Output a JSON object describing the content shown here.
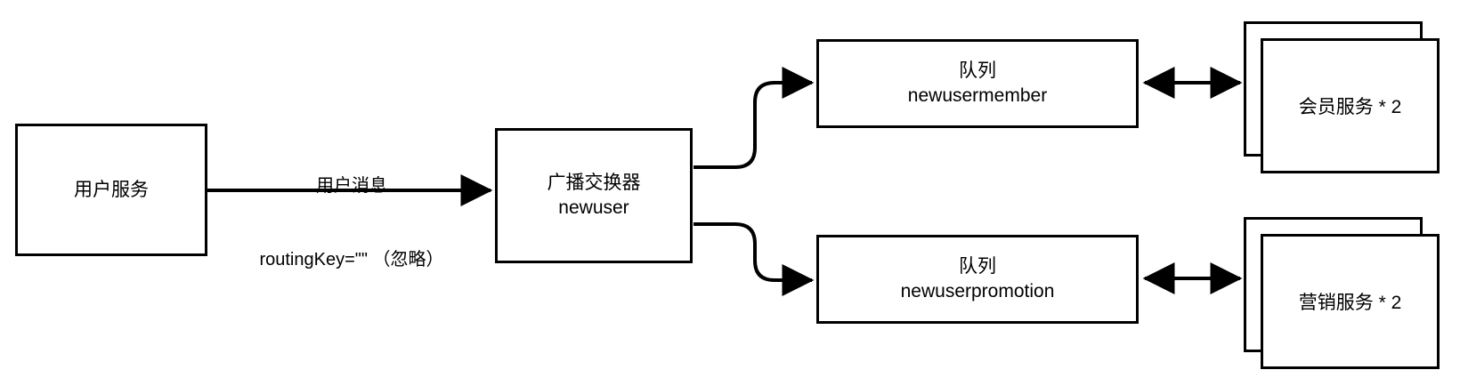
{
  "diagram": {
    "title": "RabbitMQ fanout exchange message flow",
    "background_color": "#ffffff",
    "stroke_color": "#000000",
    "text_color": "#000000"
  },
  "nodes": {
    "producer": {
      "label": "用户服务"
    },
    "exchange": {
      "line1": "广播交换器",
      "line2": "newuser"
    },
    "queue_member": {
      "line1": "队列",
      "line2": "newusermember"
    },
    "queue_promotion": {
      "line1": "队列",
      "line2": "newuserpromotion"
    },
    "consumer_member": {
      "label": "会员服务 * 2"
    },
    "consumer_promotion": {
      "label": "营销服务 * 2"
    }
  },
  "edges": {
    "producer_to_exchange": {
      "line1": "用户消息",
      "line2": "routingKey=\"\" （忽略）",
      "arrow": "single"
    },
    "exchange_to_queue_member": {
      "arrow": "single",
      "label": ""
    },
    "exchange_to_queue_promotion": {
      "arrow": "single",
      "label": ""
    },
    "queue_member_to_consumer": {
      "arrow": "double",
      "label": ""
    },
    "queue_promotion_to_consumer": {
      "arrow": "double",
      "label": ""
    }
  }
}
